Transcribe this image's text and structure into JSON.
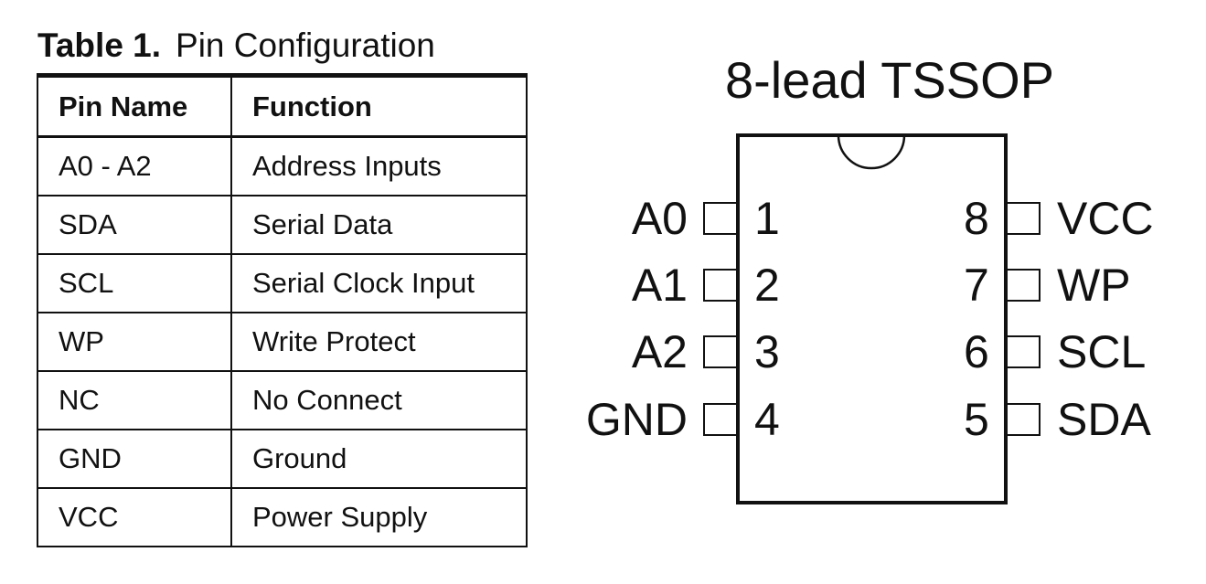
{
  "table": {
    "caption_label": "Table 1.",
    "caption_title": "Pin Configuration",
    "headers": [
      "Pin Name",
      "Function"
    ],
    "rows": [
      {
        "pin": "A0 - A2",
        "function": "Address Inputs"
      },
      {
        "pin": "SDA",
        "function": "Serial Data"
      },
      {
        "pin": "SCL",
        "function": "Serial Clock Input"
      },
      {
        "pin": "WP",
        "function": "Write Protect"
      },
      {
        "pin": "NC",
        "function": "No Connect"
      },
      {
        "pin": "GND",
        "function": "Ground"
      },
      {
        "pin": "VCC",
        "function": "Power Supply"
      }
    ]
  },
  "package": {
    "title": "8-lead TSSOP",
    "left_pins": [
      {
        "number": "1",
        "name": "A0"
      },
      {
        "number": "2",
        "name": "A1"
      },
      {
        "number": "3",
        "name": "A2"
      },
      {
        "number": "4",
        "name": "GND"
      }
    ],
    "right_pins": [
      {
        "number": "8",
        "name": "VCC"
      },
      {
        "number": "7",
        "name": "WP"
      },
      {
        "number": "6",
        "name": "SCL"
      },
      {
        "number": "5",
        "name": "SDA"
      }
    ]
  }
}
